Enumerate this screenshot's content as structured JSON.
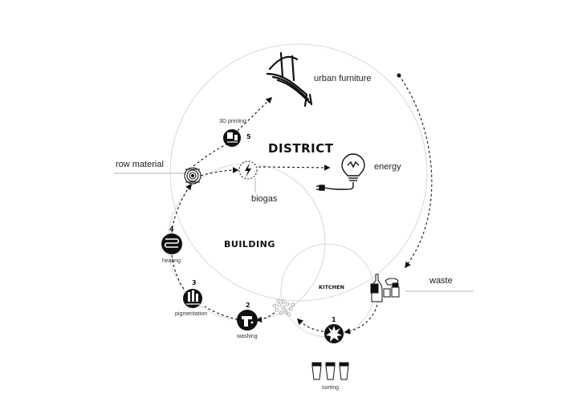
{
  "labels": {
    "district": "DISTRICT",
    "building": "BUILDING",
    "kitchen": "KITCHEN",
    "urban_furniture": "urban furniture",
    "energy": "energy",
    "biogas": "biogas",
    "row_material": "row material",
    "waste": "waste"
  },
  "steps": [
    {
      "number": "1",
      "label": "sorting"
    },
    {
      "number": "2",
      "label": "washing"
    },
    {
      "number": "3",
      "label": "pigmentation"
    },
    {
      "number": "4",
      "label": "heating"
    },
    {
      "number": "5",
      "label": "3D printing"
    }
  ],
  "colors": {
    "ink": "#111111",
    "ring": "#cfcfcf",
    "guide": "#9a9a9a"
  }
}
